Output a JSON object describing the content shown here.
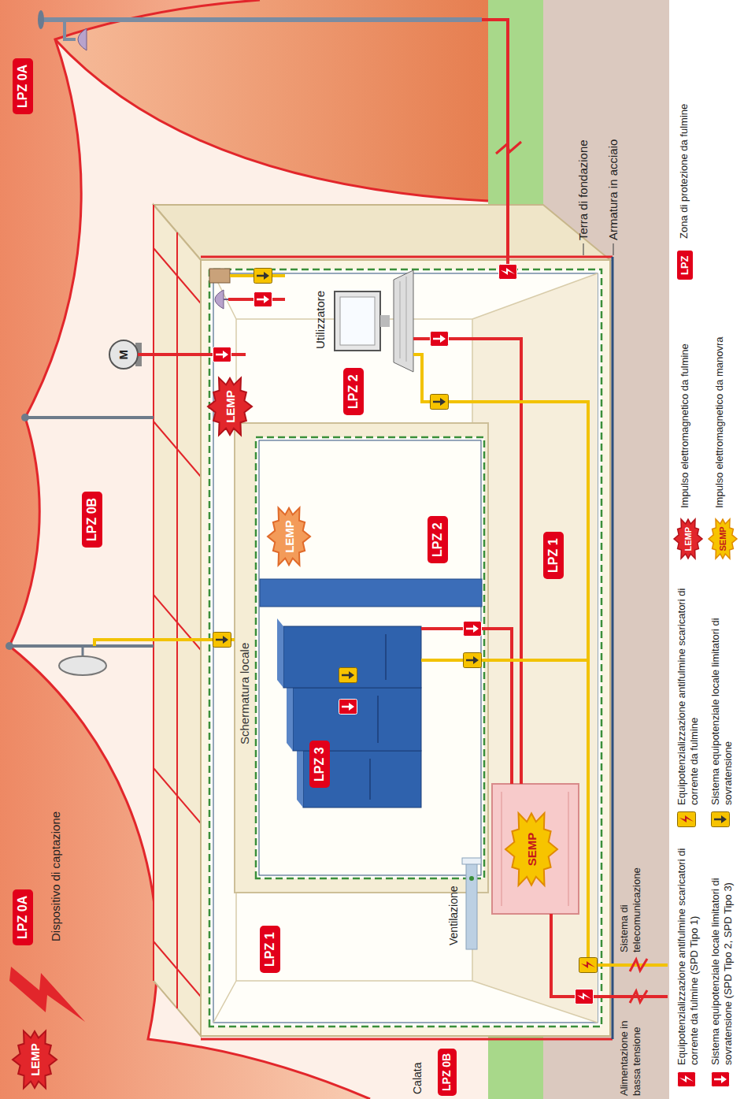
{
  "diagram": {
    "nodes": [
      {
        "text": [
          "LEMP"
        ]
      },
      {
        "text": [
          "LPZ 0A"
        ]
      },
      {
        "text": [
          "LPZ 0B"
        ]
      },
      {
        "text": [
          "LPZ 0A"
        ]
      },
      {
        "text": [
          "LPZ 1"
        ]
      },
      {
        "text": [
          "LEMP"
        ]
      },
      {
        "text": [
          "LPZ 2"
        ]
      },
      {
        "text": [
          "Schermatura locale"
        ]
      },
      {
        "text": [
          "LEMP"
        ],
        "in": 7
      },
      {
        "text": [
          "LPZ 3"
        ],
        "in": 7
      },
      {
        "text": [
          "LPZ 2"
        ],
        "in": 7
      },
      {
        "text": [
          "SEMP"
        ]
      },
      {
        "text": [
          "LPZ 1"
        ]
      },
      {
        "text": [
          "LPZ 0B"
        ]
      }
    ],
    "labels": [
      "Dispositivo di captazione",
      "M",
      "Ventilazione",
      "Utilizzatore",
      "Calata",
      "Alimentazione in bassa tensione",
      "Sistema di telecomunicazione",
      "Terra di fondazione",
      "Armatura in acciaio",
      "LEMP",
      "SEMP",
      "LPZ"
    ],
    "legend": [
      {
        "text": "Equipotenzializzazione antifulmine scaricatori di corrente da fulmine (SPD Tipo 1)"
      },
      {
        "text": "Sistema equipotenziale locale limitatori di sovratensione (SPD Tipo 2, SPD Tipo 3)"
      },
      {
        "text": "Equipotenzializzazione antifulmine scaricatori di corrente da fulmine"
      },
      {
        "text": "Sistema equipotenziale locale limitatori di sovratensione"
      },
      {
        "text": "Impulso elettromagnetico da fulmine"
      },
      {
        "text": "Impulso elettromagnetico da manovra"
      },
      {
        "text": "Zona di protezione da fulmine"
      }
    ]
  }
}
